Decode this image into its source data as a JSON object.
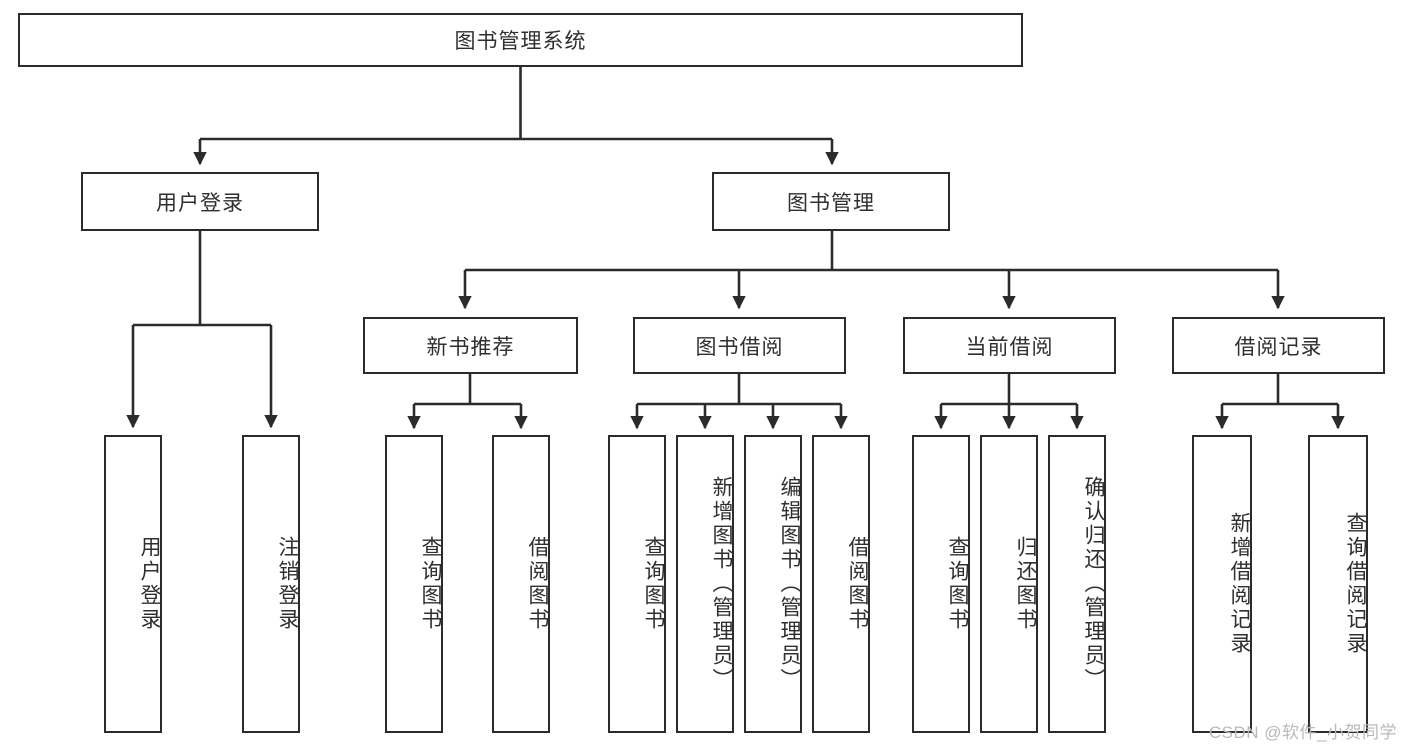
{
  "diagram": {
    "title": "图书管理系统",
    "type": "functional-structure-tree",
    "watermark": "CSDN @软件_小贺同学",
    "colors": {
      "background": "#ffffff",
      "box_border": "#2b2b2b",
      "box_fill": "#ffffff",
      "text": "#2f2f2f",
      "connector": "#2b2b2b",
      "watermark": "#b9b9b9"
    },
    "nodes": {
      "root": {
        "label": "图书管理系统"
      },
      "level2": [
        {
          "id": "user-login",
          "label": "用户登录"
        },
        {
          "id": "book-management",
          "label": "图书管理"
        }
      ],
      "level3": [
        {
          "id": "new-book-recommend",
          "label": "新书推荐"
        },
        {
          "id": "book-borrow",
          "label": "图书借阅"
        },
        {
          "id": "current-borrow",
          "label": "当前借阅"
        },
        {
          "id": "borrow-record",
          "label": "借阅记录"
        }
      ],
      "leaves": [
        {
          "id": "leaf-user-login",
          "label": "用户登录",
          "parent": "user-login"
        },
        {
          "id": "leaf-logout-login",
          "label": "注销登录",
          "parent": "user-login"
        },
        {
          "id": "leaf-query-book-1",
          "label": "查询图书",
          "parent": "new-book-recommend"
        },
        {
          "id": "leaf-borrow-book-1",
          "label": "借阅图书",
          "parent": "new-book-recommend"
        },
        {
          "id": "leaf-query-book-2",
          "label": "查询图书",
          "parent": "book-borrow"
        },
        {
          "id": "leaf-add-book",
          "label": "新增图书（管理员）",
          "parent": "book-borrow"
        },
        {
          "id": "leaf-edit-book",
          "label": "编辑图书（管理员）",
          "parent": "book-borrow"
        },
        {
          "id": "leaf-borrow-book-2",
          "label": "借阅图书",
          "parent": "book-borrow"
        },
        {
          "id": "leaf-query-book-3",
          "label": "查询图书",
          "parent": "current-borrow"
        },
        {
          "id": "leaf-return-book",
          "label": "归还图书",
          "parent": "current-borrow"
        },
        {
          "id": "leaf-confirm-return",
          "label": "确认归还（管理员）",
          "parent": "current-borrow"
        },
        {
          "id": "leaf-add-record",
          "label": "新增借阅记录",
          "parent": "borrow-record"
        },
        {
          "id": "leaf-query-record",
          "label": "查询借阅记录",
          "parent": "borrow-record"
        }
      ]
    }
  }
}
